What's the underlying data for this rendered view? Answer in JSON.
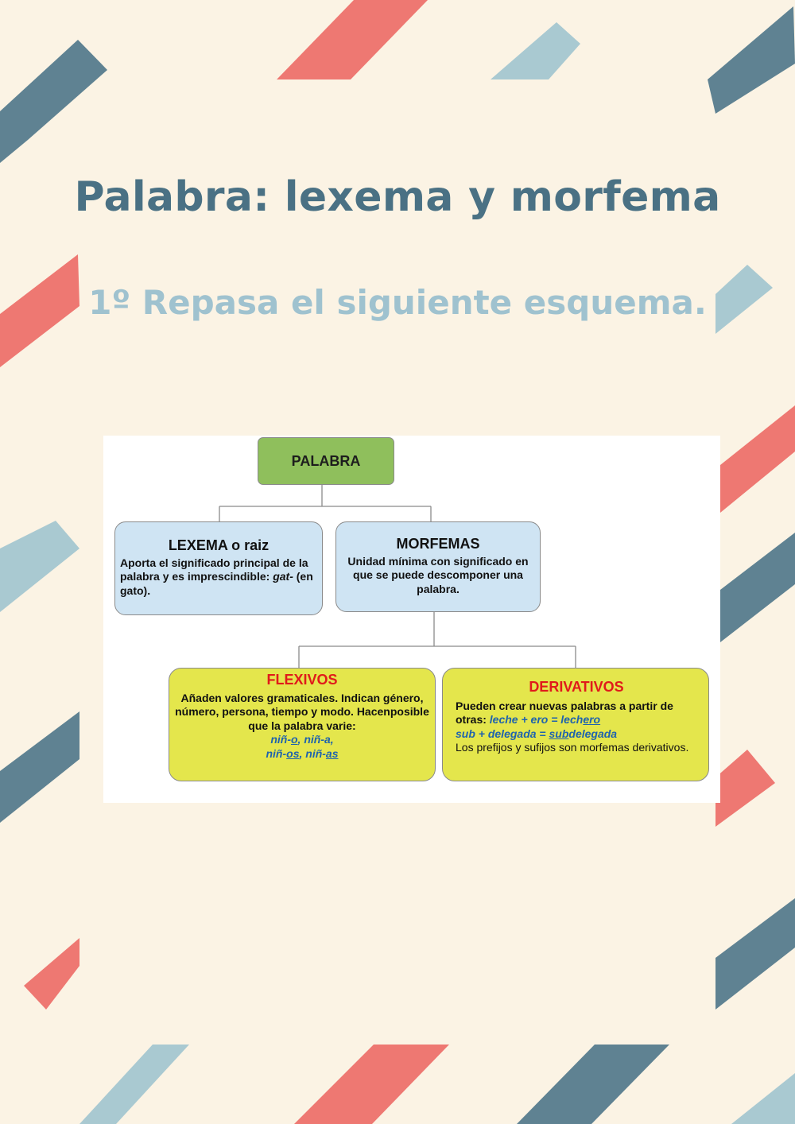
{
  "page": {
    "title": "Palabra: lexema y morfema",
    "subtitle": "1º Repasa el siguiente esquema."
  },
  "colors": {
    "background": "#fbf3e4",
    "stripe_coral": "#ee7872",
    "stripe_slate": "#5f8292",
    "stripe_light_blue": "#a9c9d1",
    "title": "#4a7184",
    "subtitle": "#9fc2cf",
    "box_green": "#8fbf5c",
    "box_blue": "#cfe4f3",
    "box_yellow": "#e4e64c",
    "heading_red": "#e01b1b",
    "example_blue": "#1f63ad"
  },
  "diagram": {
    "root": {
      "label": "PALABRA"
    },
    "lexema": {
      "title": "LEXEMA o raiz",
      "text_1": "Aporta el significado principal de la palabra y es imprescindible:",
      "example": "gat-",
      "text_2": " (en gato)."
    },
    "morfemas": {
      "title": "MORFEMAS",
      "text": "Unidad mínima con significado en que se puede descomponer una palabra."
    },
    "flexivos": {
      "title": "FLEXIVOS",
      "text": "Añaden valores gramaticales. Indican género, número, persona, tiempo y modo. Hacenposible que la palabra varie:",
      "ex1_stem": "niñ-",
      "ex1_suffix": "o",
      "ex1_sep": ", ",
      "ex2": "niñ-a",
      "ex2_end": ",",
      "ex3_stem": "niñ-",
      "ex3_suffix": "os",
      "ex3_sep": ", ",
      "ex4_stem": "niñ-",
      "ex4_suffix": "as"
    },
    "derivativos": {
      "title": "DERIVATIVOS",
      "text_1": "Pueden crear nuevas palabras a partir de otras: ",
      "ex1_a": "leche + ero = lech",
      "ex1_b": "ero",
      "ex2_a": "sub + delegada = ",
      "ex2_b": "sub",
      "ex2_c": "delegada",
      "text_2": "Los prefijos y sufijos son morfemas derivativos."
    }
  }
}
